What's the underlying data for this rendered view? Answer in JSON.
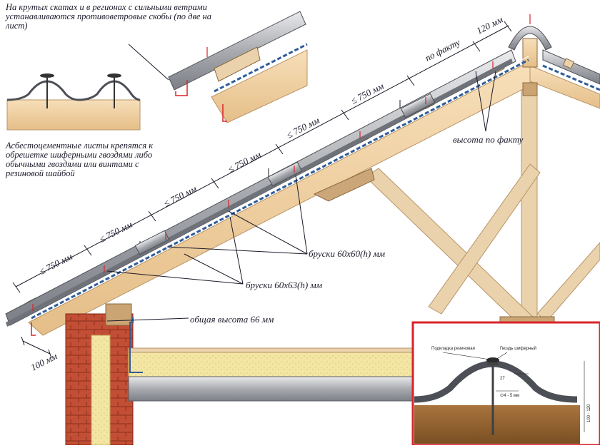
{
  "notes": {
    "wind_clips": "На крутых скатах и в регионах с сильными ветрами устанавливаются противоветровые скобы (по две на лист)",
    "fastening": "Асбестоцементные листы крепятся к обрешетке шиферными гвоздями либо обычными гвоздями или винтами с резиновой шайбой"
  },
  "labels": {
    "batten_60x60": "бруски 60x60(h) мм",
    "batten_60x63": "бруски 60x63(h) мм",
    "total_height": "общая высота 66 мм",
    "height_actual": "высота по факту"
  },
  "dimensions": {
    "spacing": "≤ 750 мм",
    "as_fact": "по факту",
    "ridge_gap": "120 мм",
    "overhang": "100 мм"
  },
  "detail": {
    "washer_label": "Подкладка резиновая",
    "nail_label": "Гвоздь шиферный",
    "dim_27": "27",
    "dim_washer": "∅4 - 5 мм",
    "dim_length": "100 - 120"
  },
  "colors": {
    "slate": "#a9abb0",
    "wood": "#f0cfa2",
    "rafter": "#ead2ac",
    "brick": "#b5442c",
    "insulation": "#f3e6a4",
    "membrane": "#2f5c9a",
    "frame": "#d8232a"
  }
}
